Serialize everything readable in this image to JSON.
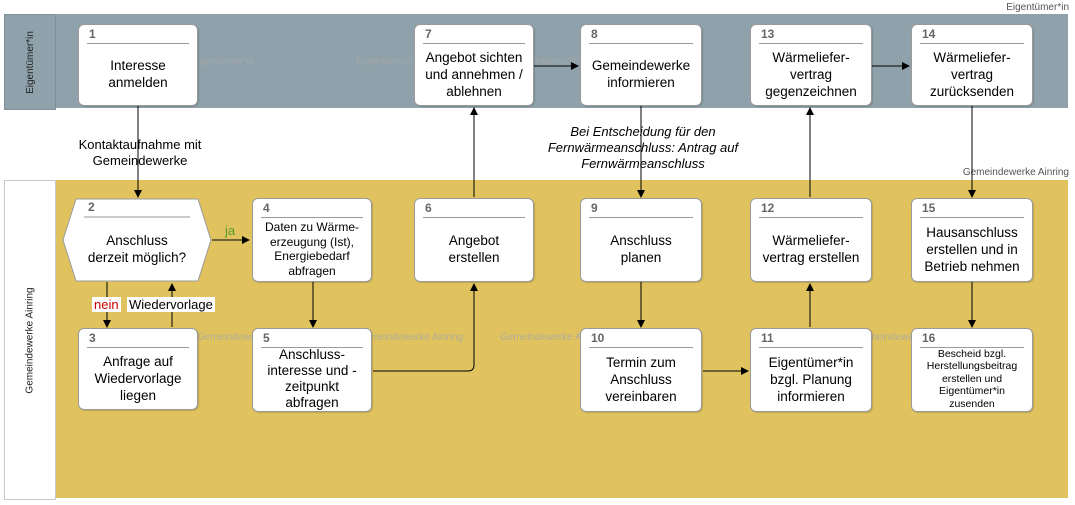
{
  "lanes": {
    "owner": {
      "label": "Eigentümer*in",
      "corner": "Eigentümer*in",
      "color": "#8fa2ab"
    },
    "utility": {
      "label": "Gemeindewerke Ainring",
      "corner": "Gemeindewerke Ainring",
      "color": "#e0c35f"
    }
  },
  "watermarks": {
    "owner": [
      "gentümer*in",
      "Eigentümer*in",
      "Eigentümer*in"
    ],
    "utility": [
      "Gemeindewerke Ainring",
      "Gemeindewerke Ainring",
      "Gemeindewerke Ainring",
      "Gemeindewerke Ainring"
    ]
  },
  "steps": {
    "s1": {
      "num": "1",
      "text": "Interesse\nanmelden"
    },
    "s2": {
      "num": "2",
      "text": "Anschluss\nderzeit möglich?"
    },
    "s3": {
      "num": "3",
      "text": "Anfrage auf\nWiedervorlage\nliegen"
    },
    "s4": {
      "num": "4",
      "text": "Daten zu Wärme-\nerzeugung (Ist),\nEnergiebedarf\nabfragen"
    },
    "s5": {
      "num": "5",
      "text": "Anschluss-\ninteresse und -\nzeitpunkt\nabfragen"
    },
    "s6": {
      "num": "6",
      "text": "Angebot\nerstellen"
    },
    "s7": {
      "num": "7",
      "text": "Angebot sichten\nund annehmen /\nablehnen"
    },
    "s8": {
      "num": "8",
      "text": "Gemeindewerke\ninformieren"
    },
    "s9": {
      "num": "9",
      "text": "Anschluss\nplanen"
    },
    "s10": {
      "num": "10",
      "text": "Termin zum\nAnschluss\nvereinbaren"
    },
    "s11": {
      "num": "11",
      "text": "Eigentümer*in\nbzgl. Planung\ninformieren"
    },
    "s12": {
      "num": "12",
      "text": "Wärmeliefer-\nvertrag erstellen"
    },
    "s13": {
      "num": "13",
      "text": "Wärmeliefer-\nvertrag\ngegenzeichnen"
    },
    "s14": {
      "num": "14",
      "text": "Wärmeliefer-\nvertrag\nzurücksenden"
    },
    "s15": {
      "num": "15",
      "text": "Hausanschluss\nerstellen und in\nBetrieb nehmen"
    },
    "s16": {
      "num": "16",
      "text": "Bescheid bzgl.\nHerstellungsbeitrag\nerstellen und\nEigentümer*in\nzusenden"
    }
  },
  "labels": {
    "contact": "Kontaktaufnahme mit\nGemeindewerke",
    "decision_note": "Bei Entscheidung für den\nFernwärmeanschluss: Antrag auf\nFernwärmeanschluss",
    "ja": "ja",
    "nein": "nein",
    "wiedervorlage": "Wiedervorlage"
  },
  "colors": {
    "ja": "#5a9a2a",
    "nein": "#cc0000",
    "arrow": "#000000"
  }
}
